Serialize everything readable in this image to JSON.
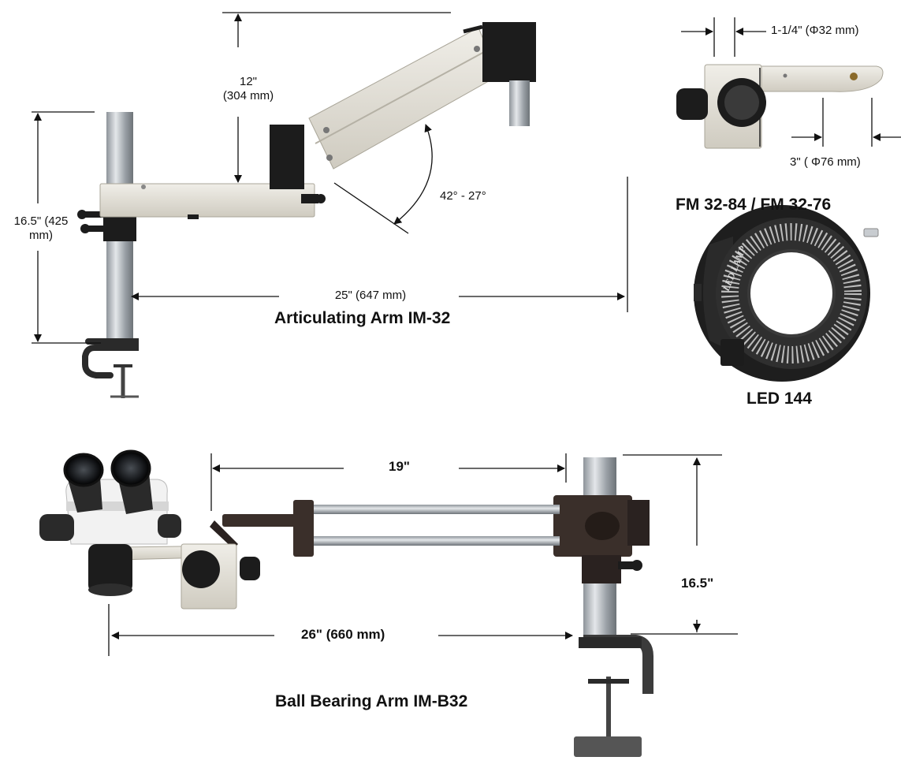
{
  "products": {
    "im32": {
      "title": "Articulating Arm IM-32"
    },
    "fm32": {
      "title": "FM 32-84 / FM 32-76"
    },
    "led144": {
      "title": "LED 144",
      "lamp_text": "LED LAMP"
    },
    "imb32": {
      "title": "Ball Bearing Arm IM-B32"
    }
  },
  "dimensions": {
    "im32_height_line1": "12\"",
    "im32_height_line2": "(304 mm)",
    "im32_post_line1": "16.5\" (425",
    "im32_post_line2": "mm)",
    "im32_angle": "42° - 27°",
    "im32_reach": "25\" (647 mm)",
    "fm32_bore": "1-1/4\" (Φ32 mm)",
    "fm32_mount": "3\" ( Φ76 mm)",
    "imb32_span": "19\"",
    "imb32_height": "16.5\"",
    "imb32_reach": "26\" (660 mm)"
  },
  "colors": {
    "ink": "#111111",
    "arm_beige": "#e6e3da",
    "metal": "#b4b8bd",
    "black": "#1c1c1c",
    "brown": "#3a2f2a"
  }
}
